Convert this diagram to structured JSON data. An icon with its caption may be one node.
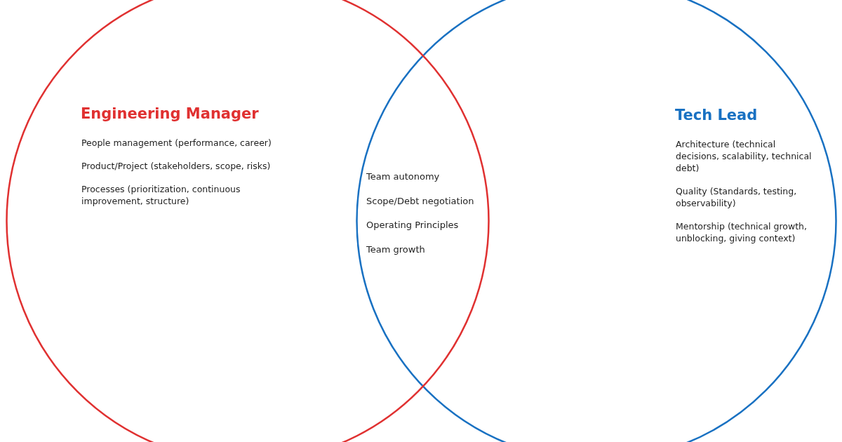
{
  "diagram": {
    "nodes": [
      {
        "text": [
          "Engineering Manager",
          "People management (performance, career)",
          "Product/Project (stakeholders, scope, risks)",
          "Processes (prioritization, continuous improvement, structure)"
        ]
      },
      {
        "text": [
          "Tech Lead",
          "Architecture (technical decisions, scalability, technical debt)",
          "Quality (Standards, testing, observability)",
          "Mentorship (technical growth, unblocking, giving context)"
        ]
      }
    ],
    "labels": [
      "Team autonomy",
      "Scope/Debt negotiation",
      "Operating Principles",
      "Team growth"
    ]
  }
}
